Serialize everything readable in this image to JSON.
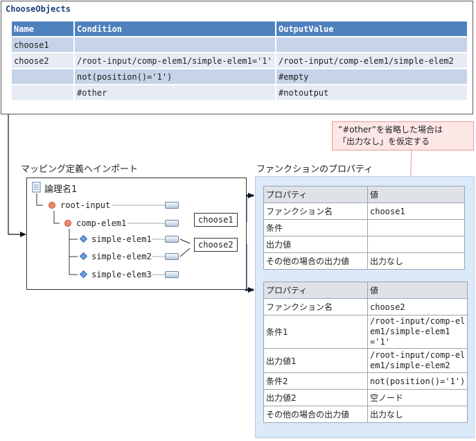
{
  "choose_objects": {
    "title": "ChooseObjects",
    "headers": [
      "Name",
      "Condition",
      "OutputValue"
    ],
    "rows": [
      [
        "choose1",
        "",
        ""
      ],
      [
        "choose2",
        "/root-input/comp-elem1/simple-elem1='1'",
        "/root-input/comp-elem1/simple-elem2"
      ],
      [
        "",
        "not(position()='1')",
        "#empty"
      ],
      [
        "",
        "#other",
        "#notoutput"
      ]
    ]
  },
  "mapping": {
    "label": "マッピング定義へインポート",
    "root_name": "論理名1",
    "nodes": [
      "root-input",
      "comp-elem1",
      "simple-elem1",
      "simple-elem2",
      "simple-elem3"
    ],
    "chips": [
      "choose1",
      "choose2"
    ]
  },
  "properties": {
    "label": "ファンクションのプロパティ",
    "table1": [
      [
        "プロパティ",
        "値"
      ],
      [
        "ファンクション名",
        "choose1"
      ],
      [
        "条件",
        ""
      ],
      [
        "出力値",
        ""
      ],
      [
        "その他の場合の出力値",
        "出力なし"
      ]
    ],
    "table2": [
      [
        "プロパティ",
        "値"
      ],
      [
        "ファンクション名",
        "choose2"
      ],
      [
        "条件1",
        "/root-input/comp-elem1/simple-elem1='1'"
      ],
      [
        "出力値1",
        "/root-input/comp-elem1/simple-elem2"
      ],
      [
        "条件2",
        "not(position()='1')"
      ],
      [
        "出力値2",
        "空ノード"
      ],
      [
        "その他の場合の出力値",
        "出力なし"
      ]
    ]
  },
  "callout": {
    "line1": "”#other”を省略した場合は",
    "line2": "「出力なし」を仮定する"
  }
}
